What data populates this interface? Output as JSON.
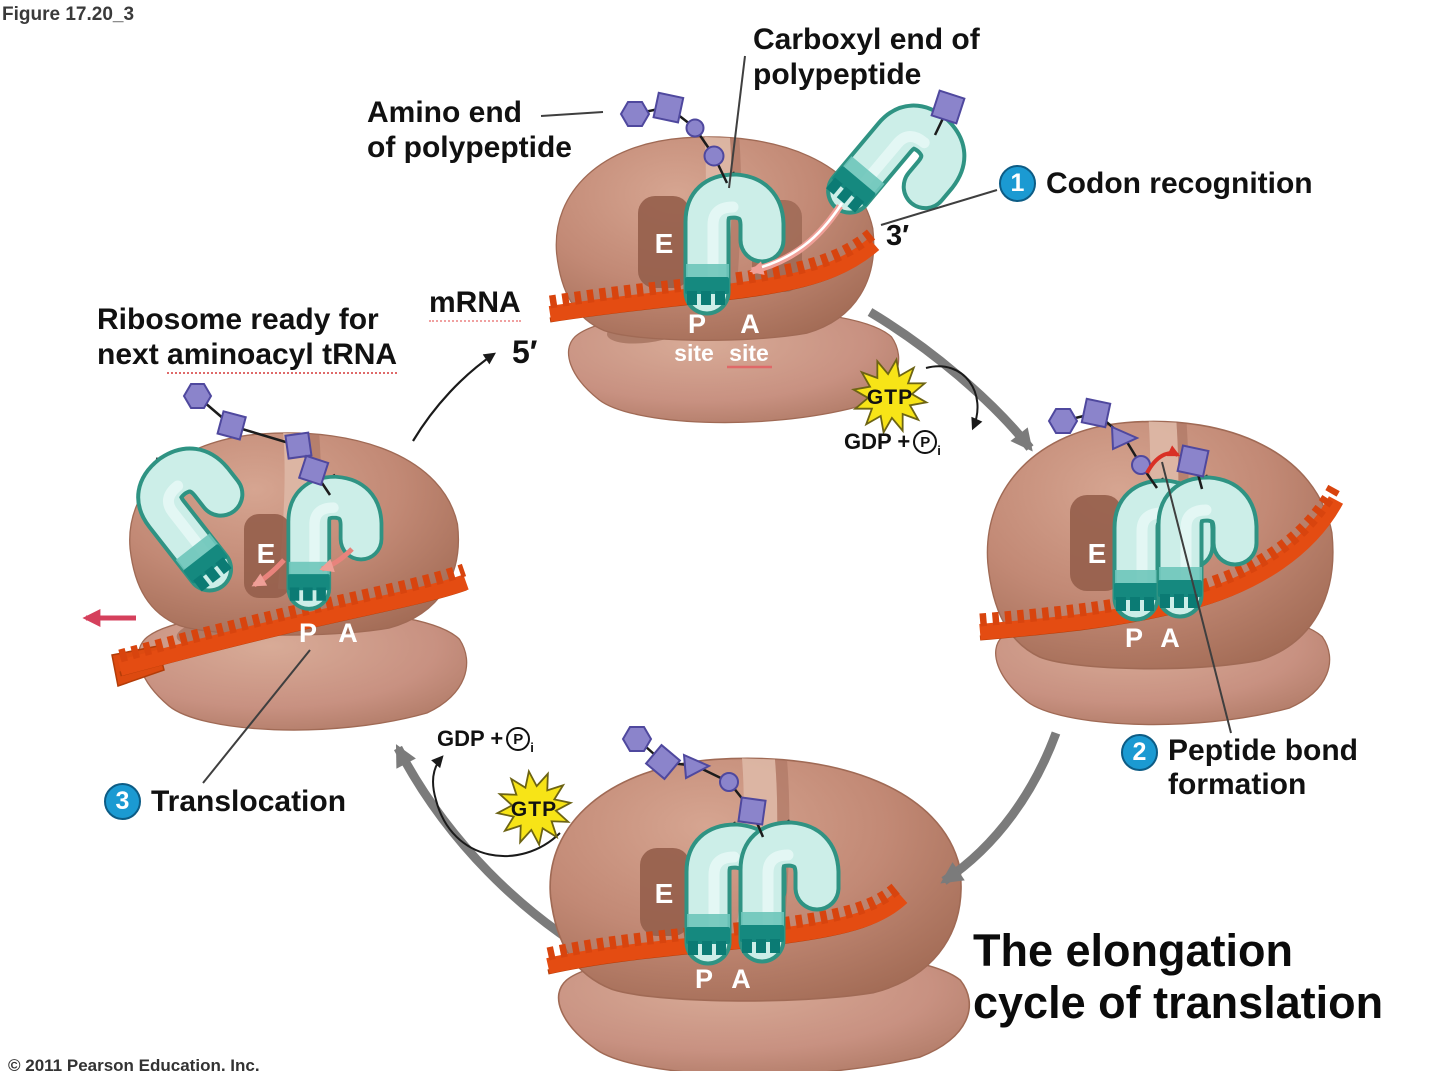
{
  "figure_label": "Figure 17.20_3",
  "title": {
    "line1": "The elongation",
    "line2": "cycle of translation"
  },
  "copyright": "© 2011 Pearson Education, Inc.",
  "labels": {
    "amino_end_line1": "Amino end",
    "amino_end_line2": "of polypeptide",
    "carboxyl_line1": "Carboxyl end of",
    "carboxyl_line2": "polypeptide",
    "mrna": "mRNA",
    "five_prime": "5′",
    "three_prime": "3′",
    "ready_line1": "Ribosome ready for",
    "ready_line2_pre": "next ",
    "ready_line2_ul": "aminoacyl tRNA",
    "gtp": "GTP",
    "gdp_prefix": "GDP +",
    "p_circled": "P",
    "p_subscript": "i"
  },
  "steps": [
    {
      "number": "1",
      "line1": "Codon recognition"
    },
    {
      "number": "2",
      "line1": "Peptide bond",
      "line2": "formation"
    },
    {
      "number": "3",
      "line1": "Translocation"
    }
  ],
  "sites": {
    "e": "E",
    "p": "P",
    "a": "A",
    "site": "site"
  },
  "colors": {
    "ribosome_large": "#c28975",
    "ribosome_small": "#c89181",
    "mrna": "#e44c12",
    "trna_body": "#cceee8",
    "trna_anticodon": "#0e837b",
    "polypeptide": "#8b84cb",
    "step_circle": "#1b9ad2",
    "gtp_star": "#f7e417",
    "arrow_gray": "#7b7b7b",
    "arrow_red": "#d5405c"
  }
}
